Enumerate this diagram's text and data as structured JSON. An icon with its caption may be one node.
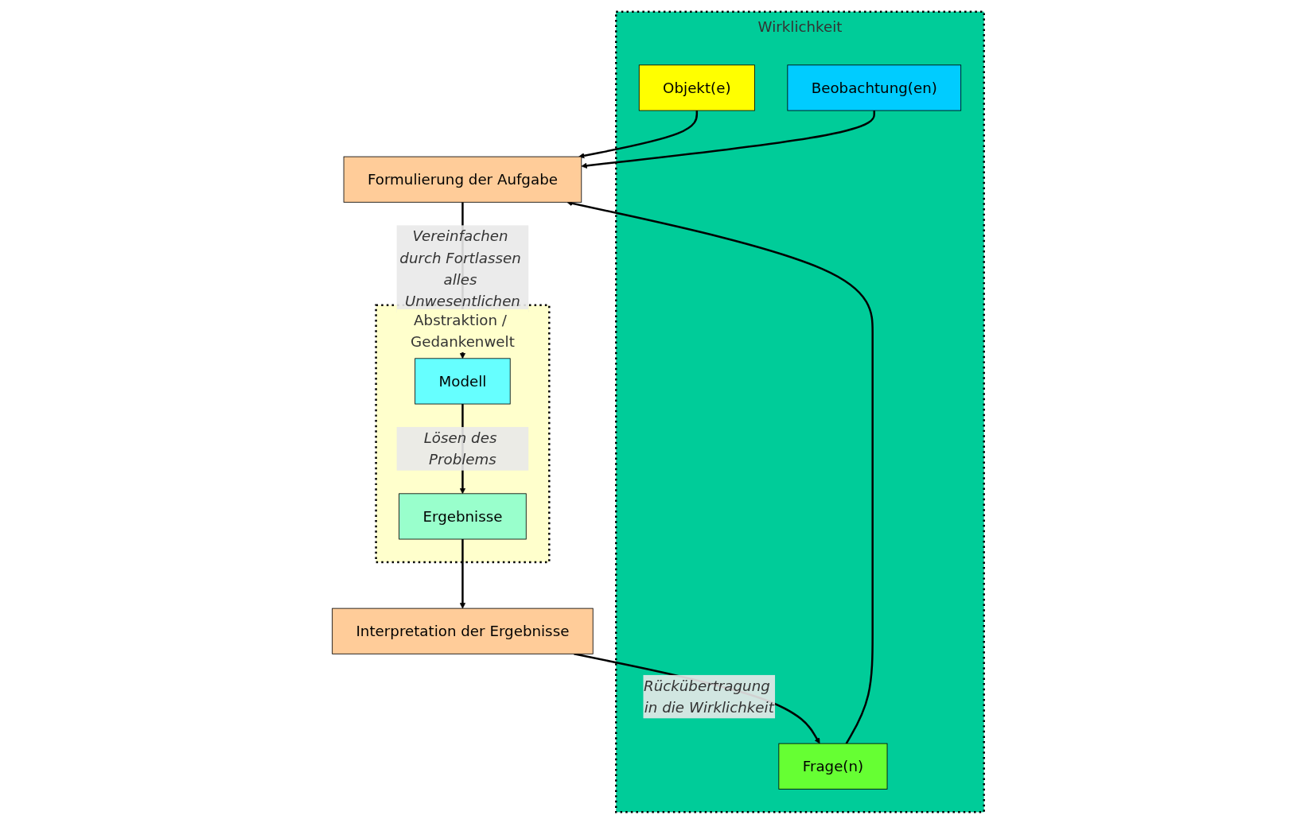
{
  "diagram": {
    "nodes": [
      {
        "text": [
          "Wirklichkeit"
        ]
      },
      {
        "text": [
          "Objekt(e)"
        ],
        "in": 0
      },
      {
        "text": [
          "Beobachtung(en)"
        ],
        "in": 0
      },
      {
        "text": [
          "Frage(n)"
        ],
        "in": 0
      },
      {
        "text": [
          "Formulierung der Aufgabe"
        ]
      },
      {
        "text": [
          "Abstraktion / Gedankenwelt"
        ]
      },
      {
        "text": [
          "Modell"
        ],
        "in": 5
      },
      {
        "text": [
          "Ergebnisse"
        ],
        "in": 5
      },
      {
        "text": [
          "Interpretation der Ergebnisse"
        ]
      }
    ],
    "edges": [
      {
        "from": 1,
        "to": 4,
        "arrow": "to"
      },
      {
        "from": 2,
        "to": 4,
        "arrow": "to"
      },
      {
        "from": 3,
        "to": 4,
        "arrow": "to"
      },
      {
        "from": 4,
        "to": 6,
        "arrow": "to",
        "label": "Vereinfachen durch Fortlassen alles Unwesentlichen"
      },
      {
        "from": 6,
        "to": 7,
        "arrow": "to",
        "label": "Lösen des Problems"
      },
      {
        "from": 7,
        "to": 8,
        "arrow": "to"
      },
      {
        "from": 8,
        "to": 3,
        "arrow": "to",
        "label": "Rückübertragung in die Wirklichkeit"
      }
    ]
  }
}
